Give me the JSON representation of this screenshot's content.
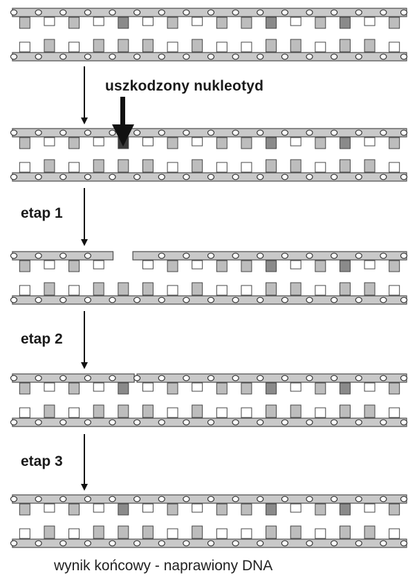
{
  "labels": {
    "damaged": "uszkodzony nukleotyd",
    "step1": "etap 1",
    "step2": "etap 2",
    "step3": "etap 3",
    "result": "wynik końcowy - naprawiony DNA"
  },
  "colors": {
    "backbone": "#c9c9c9",
    "backbone_edge": "#555555",
    "base_gray": "#bdbdbd",
    "base_dark": "#8a8a8a",
    "base_white": "#ffffff",
    "damaged": "#3a3a3a"
  },
  "stages": [
    {
      "name": "original",
      "gap": "none"
    },
    {
      "name": "damaged",
      "gap": "none",
      "damaged_index": 4
    },
    {
      "name": "excised",
      "gap": "top",
      "gap_index": 4
    },
    {
      "name": "nick",
      "gap": "nick",
      "gap_index": 4
    },
    {
      "name": "repaired",
      "gap": "none"
    }
  ]
}
